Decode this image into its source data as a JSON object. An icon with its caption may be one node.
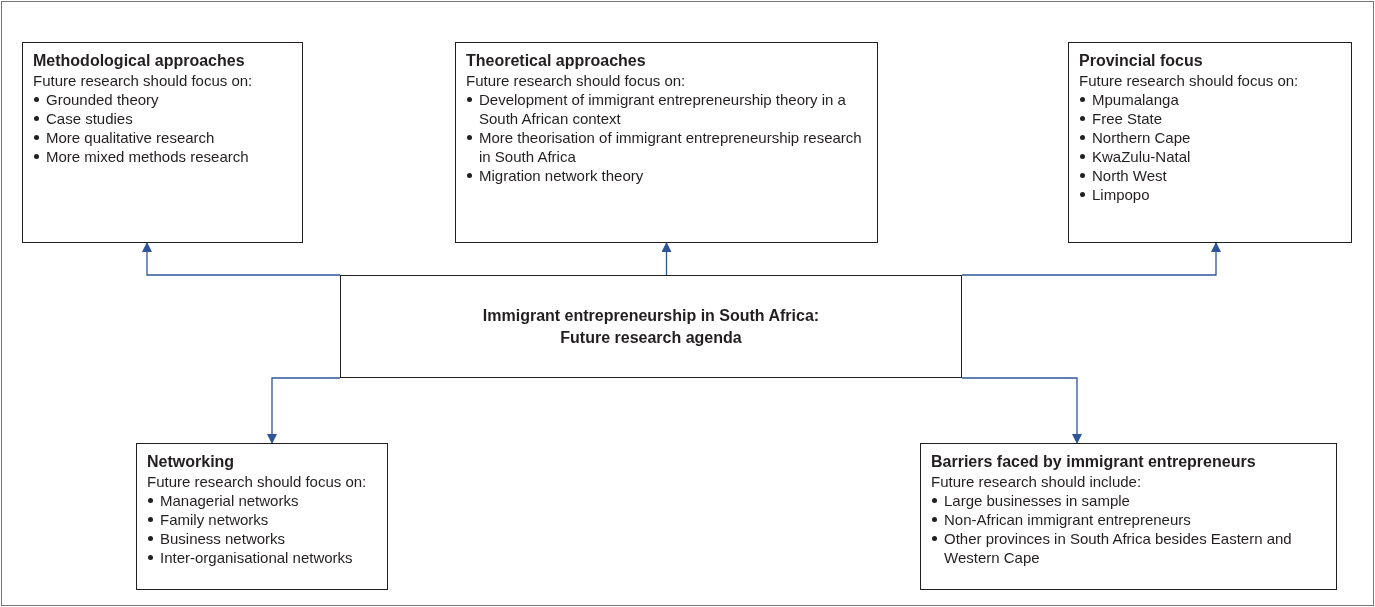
{
  "diagram": {
    "nodes": [
      {
        "text": [
          "Immigrant entrepreneurship in South Africa: Future research agenda"
        ]
      },
      {
        "text": [
          "Methodological approaches",
          "Future research should focus on:",
          "Grounded theory",
          "Case studies",
          "More qualitative research",
          "More mixed methods research"
        ]
      },
      {
        "text": [
          "Theoretical approaches",
          "Future research should focus on:",
          "Development of immigrant entrepreneurship theory in a South African context",
          "More theorisation of immigrant entrepreneurship research in South Africa",
          "Migration network theory"
        ]
      },
      {
        "text": [
          "Provincial focus",
          "Future research should focus on:",
          "Mpumalanga",
          "Free State",
          "Northern Cape",
          "KwaZulu-Natal",
          "North West",
          "Limpopo"
        ]
      },
      {
        "text": [
          "Networking",
          "Future research should focus on:",
          "Managerial networks",
          "Family networks",
          "Business networks",
          "Inter-organisational networks"
        ]
      },
      {
        "text": [
          "Barriers faced by immigrant entrepreneurs",
          "Future research should include:",
          "Large businesses in sample",
          "Non-African immigrant entrepreneurs",
          "Other provinces in South Africa besides Eastern and Western Cape"
        ]
      }
    ],
    "edges": [
      {
        "from": 0,
        "to": 1,
        "arrow": "to"
      },
      {
        "from": 0,
        "to": 2,
        "arrow": "to"
      },
      {
        "from": 0,
        "to": 3,
        "arrow": "to"
      },
      {
        "from": 0,
        "to": 4,
        "arrow": "to"
      },
      {
        "from": 0,
        "to": 5,
        "arrow": "to"
      }
    ]
  }
}
